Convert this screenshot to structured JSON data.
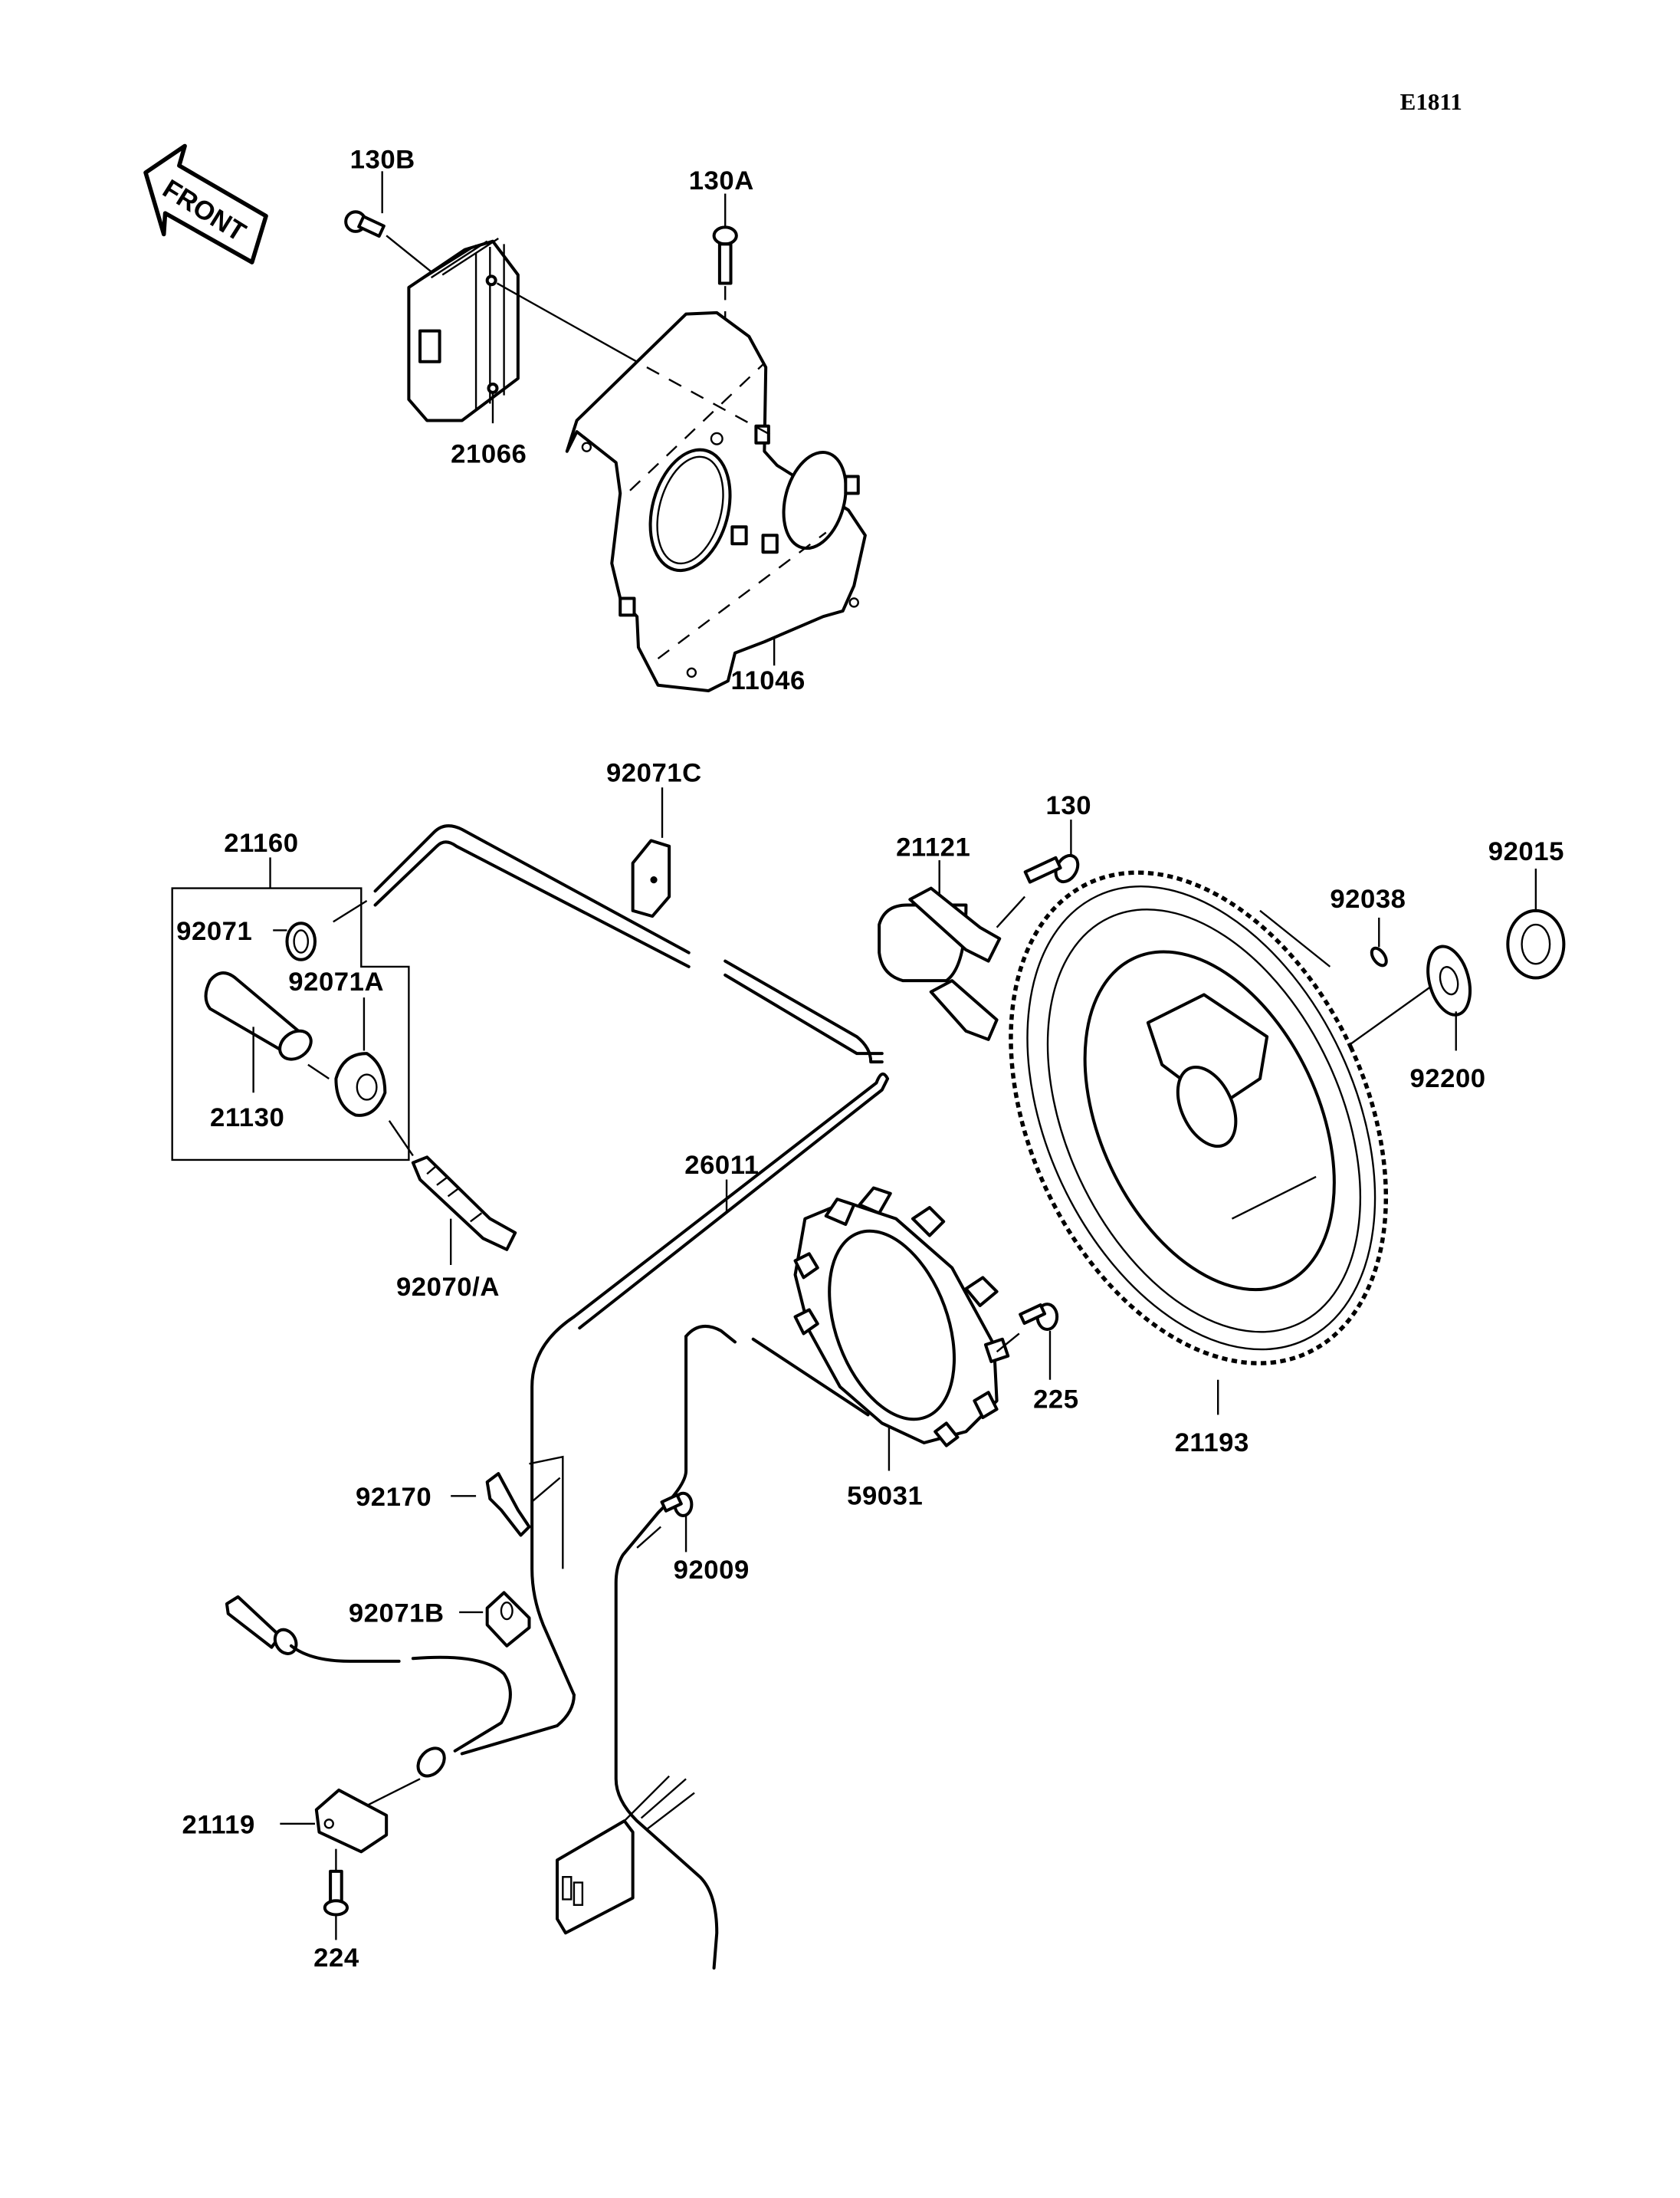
{
  "diagram": {
    "code": "E1811",
    "direction_marker": "FRONT",
    "parts": [
      {
        "id": "130B",
        "label": "130B"
      },
      {
        "id": "130A",
        "label": "130A"
      },
      {
        "id": "21066",
        "label": "21066"
      },
      {
        "id": "11046",
        "label": "11046"
      },
      {
        "id": "92071C",
        "label": "92071C"
      },
      {
        "id": "21160",
        "label": "21160"
      },
      {
        "id": "130",
        "label": "130"
      },
      {
        "id": "21121",
        "label": "21121"
      },
      {
        "id": "92015",
        "label": "92015"
      },
      {
        "id": "92038",
        "label": "92038"
      },
      {
        "id": "92071",
        "label": "92071"
      },
      {
        "id": "92071A",
        "label": "92071A"
      },
      {
        "id": "21130",
        "label": "21130"
      },
      {
        "id": "92200",
        "label": "92200"
      },
      {
        "id": "26011",
        "label": "26011"
      },
      {
        "id": "92070A",
        "label": "92070/A"
      },
      {
        "id": "225",
        "label": "225"
      },
      {
        "id": "21193",
        "label": "21193"
      },
      {
        "id": "59031",
        "label": "59031"
      },
      {
        "id": "92170",
        "label": "92170"
      },
      {
        "id": "92009",
        "label": "92009"
      },
      {
        "id": "92071B",
        "label": "92071B"
      },
      {
        "id": "21119",
        "label": "21119"
      },
      {
        "id": "224",
        "label": "224"
      }
    ]
  }
}
